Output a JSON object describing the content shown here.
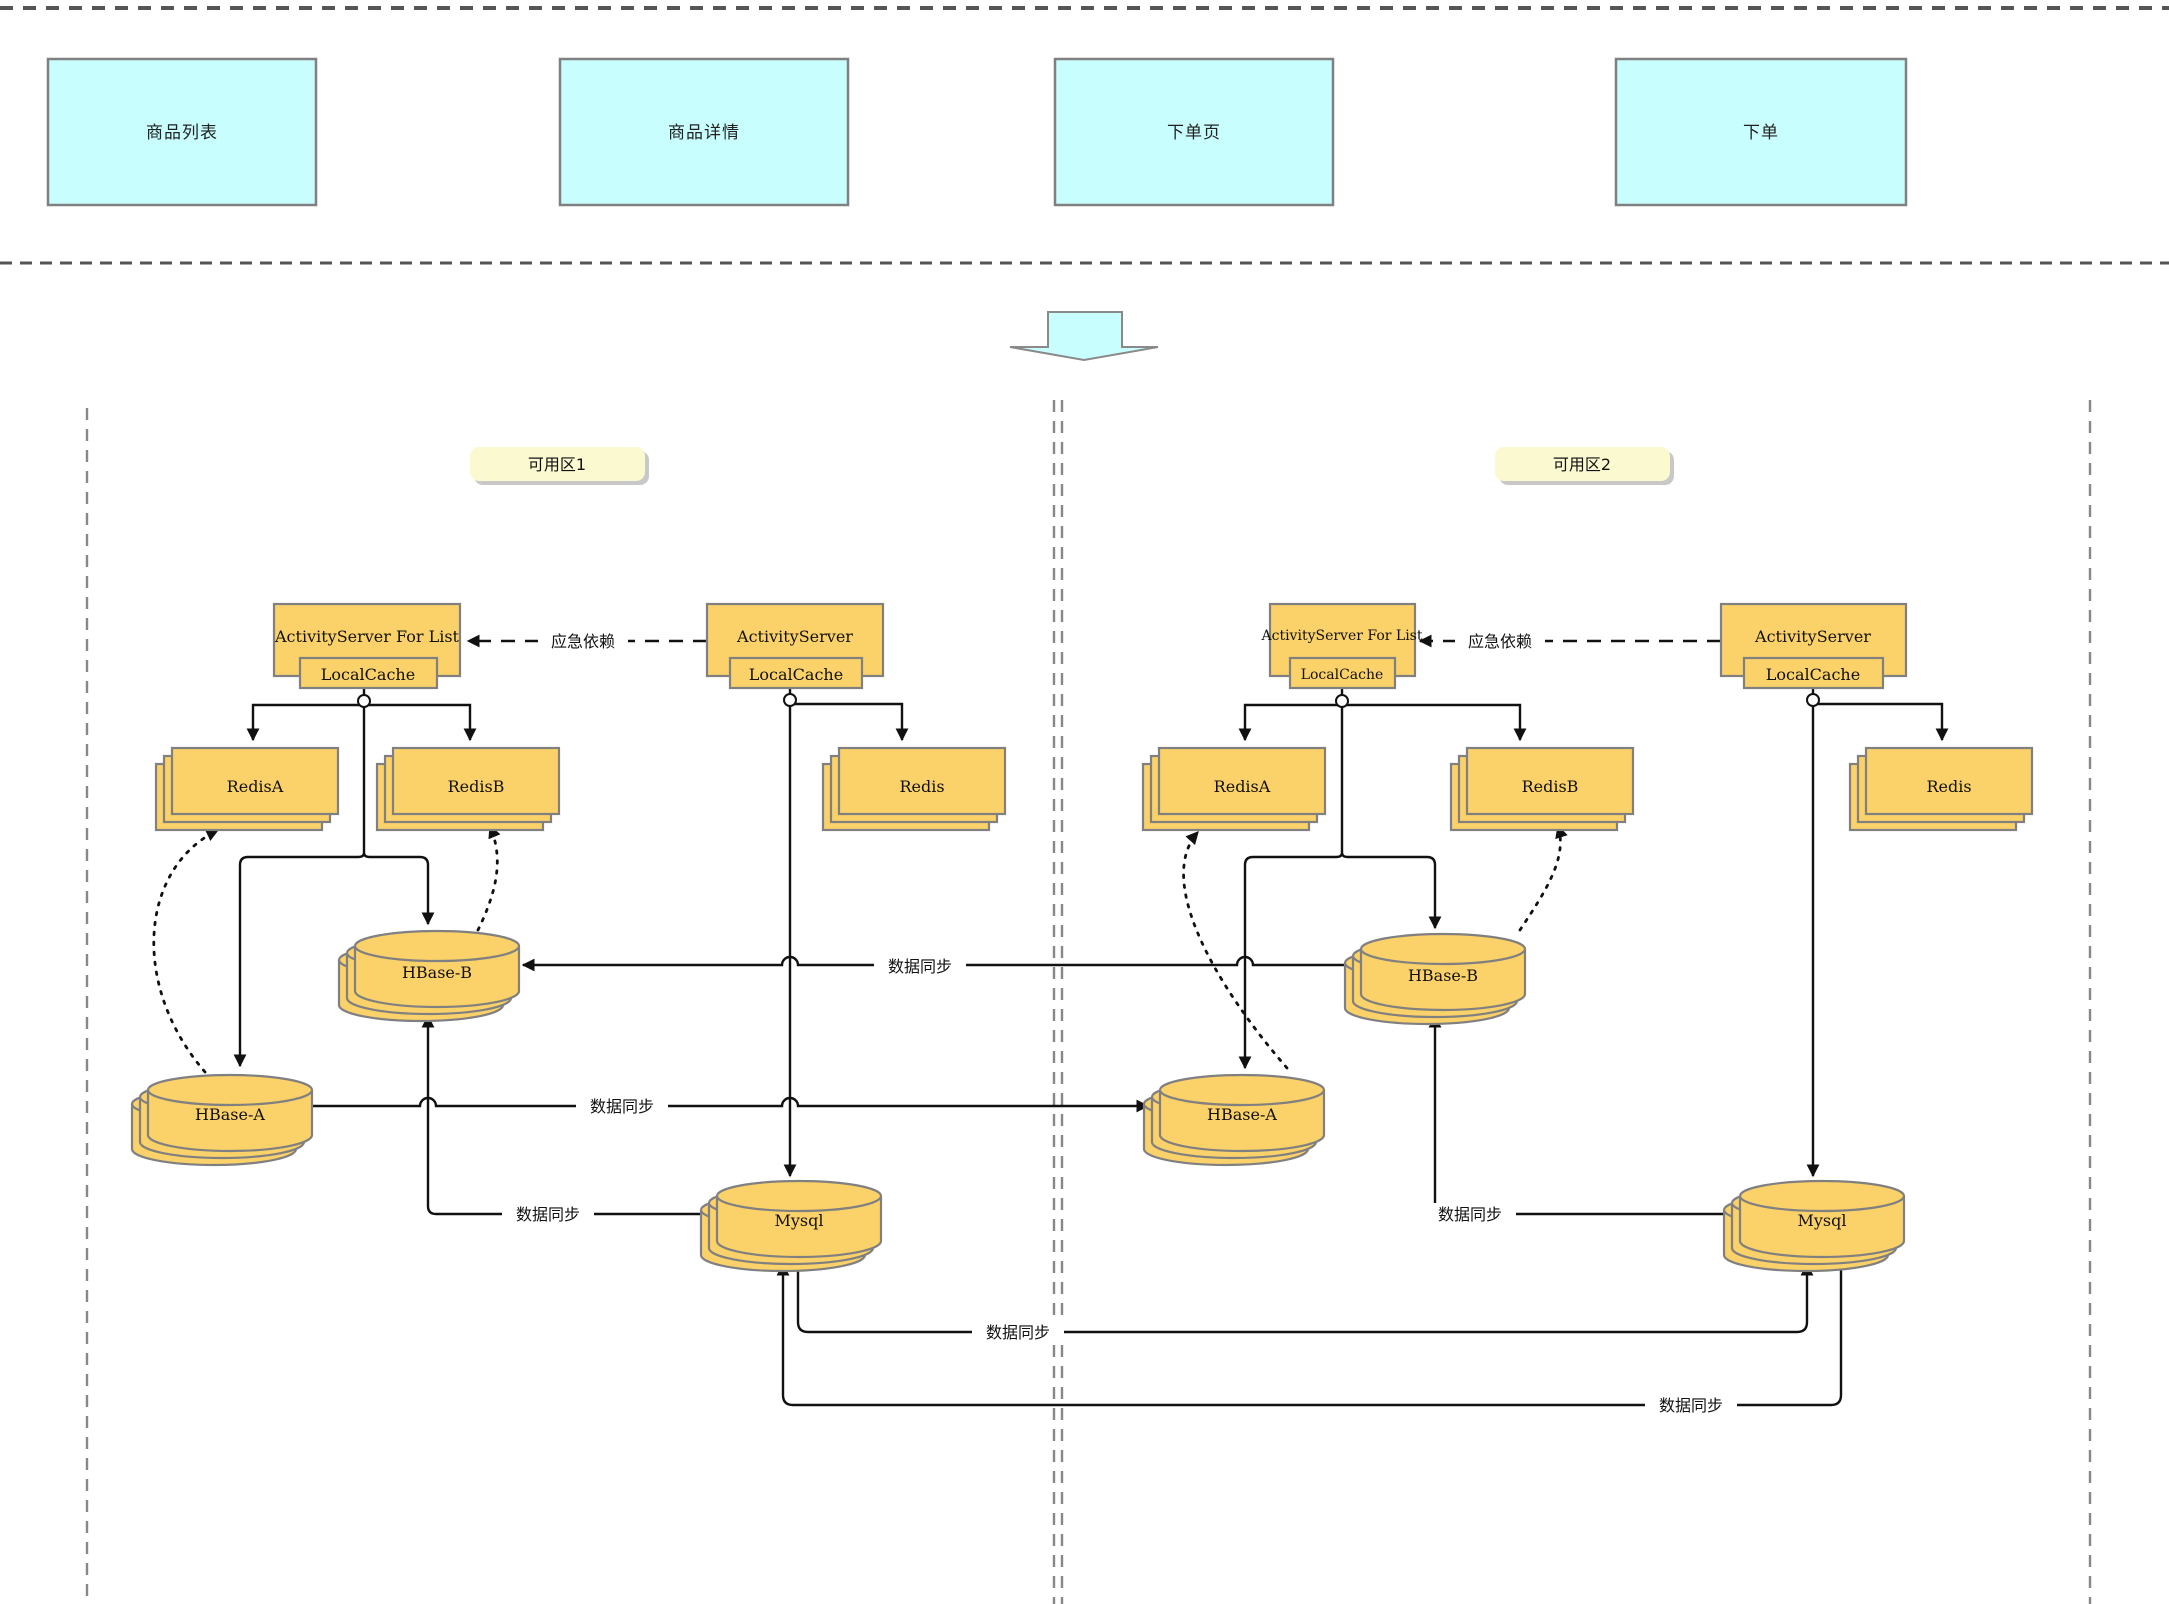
{
  "top_pages": [
    {
      "label": "商品列表"
    },
    {
      "label": "商品详情"
    },
    {
      "label": "下单页"
    },
    {
      "label": "下单"
    }
  ],
  "labels": {
    "data_sync": "数据同步",
    "emergency_dependency": "应急依赖"
  },
  "zones": [
    {
      "title": "可用区1",
      "nodes": {
        "activity_server_for_list": "ActivityServer For List",
        "activity_server_for_list_cache": "LocalCache",
        "activity_server": "ActivityServer",
        "activity_server_cache": "LocalCache",
        "redis_a": "RedisA",
        "redis_b": "RedisB",
        "redis": "Redis",
        "hbase_a": "HBase-A",
        "hbase_b": "HBase-B",
        "mysql": "Mysql"
      }
    },
    {
      "title": "可用区2",
      "nodes": {
        "activity_server_for_list": "ActivityServer For List",
        "activity_server_for_list_cache": "LocalCache",
        "activity_server": "ActivityServer",
        "activity_server_cache": "LocalCache",
        "redis_a": "RedisA",
        "redis_b": "RedisB",
        "redis": "Redis",
        "hbase_a": "HBase-A",
        "hbase_b": "HBase-B",
        "mysql": "Mysql"
      }
    }
  ],
  "colors": {
    "page_box_fill": "#c9feff",
    "node_fill": "#fbd169",
    "zone_label_fill": "#fbf9d0",
    "border_gray": "#808080",
    "line_black": "#111111"
  }
}
